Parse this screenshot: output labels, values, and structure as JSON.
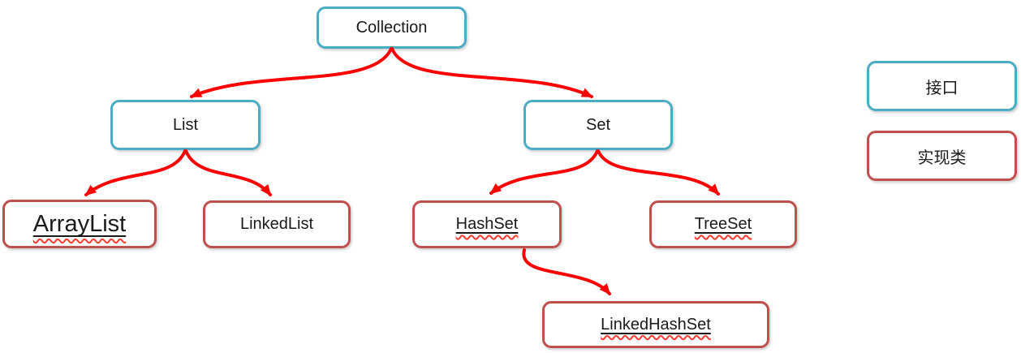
{
  "diagram": {
    "nodes": {
      "collection": {
        "label": "Collection",
        "type": "interface"
      },
      "list": {
        "label": "List",
        "type": "interface"
      },
      "set": {
        "label": "Set",
        "type": "interface"
      },
      "arraylist": {
        "label": "ArrayList",
        "type": "class"
      },
      "linkedlist": {
        "label": "LinkedList",
        "type": "class"
      },
      "hashset": {
        "label": "HashSet",
        "type": "class"
      },
      "treeset": {
        "label": "TreeSet",
        "type": "class"
      },
      "linkedhashset": {
        "label": "LinkedHashSet",
        "type": "class"
      }
    },
    "edges": [
      {
        "from": "Collection",
        "to": "List"
      },
      {
        "from": "Collection",
        "to": "Set"
      },
      {
        "from": "List",
        "to": "ArrayList"
      },
      {
        "from": "List",
        "to": "LinkedList"
      },
      {
        "from": "Set",
        "to": "HashSet"
      },
      {
        "from": "Set",
        "to": "TreeSet"
      },
      {
        "from": "HashSet",
        "to": "LinkedHashSet"
      }
    ],
    "legend": {
      "interface_label": "接口",
      "class_label": "实现类"
    },
    "colors": {
      "interface_border": "#4bacc6",
      "class_border": "#c0504d",
      "arrow": "#fe0000"
    }
  }
}
